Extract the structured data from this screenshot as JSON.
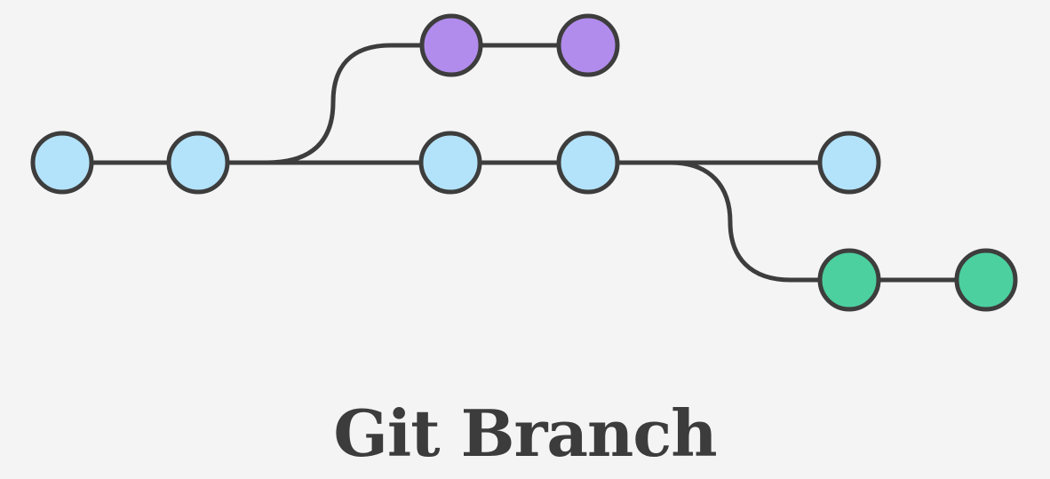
{
  "title": "Git Branch",
  "colors": {
    "background": "#f4f4f4",
    "stroke": "#3d3d3d",
    "main": "#b3e3fa",
    "feature_upper": "#b18cec",
    "feature_lower": "#4cd09f"
  },
  "branches": [
    {
      "id": "main",
      "color_key": "main",
      "commits": 5
    },
    {
      "id": "feature-upper",
      "color_key": "feature_upper",
      "commits": 2
    },
    {
      "id": "feature-lower",
      "color_key": "feature_lower",
      "commits": 2
    }
  ]
}
